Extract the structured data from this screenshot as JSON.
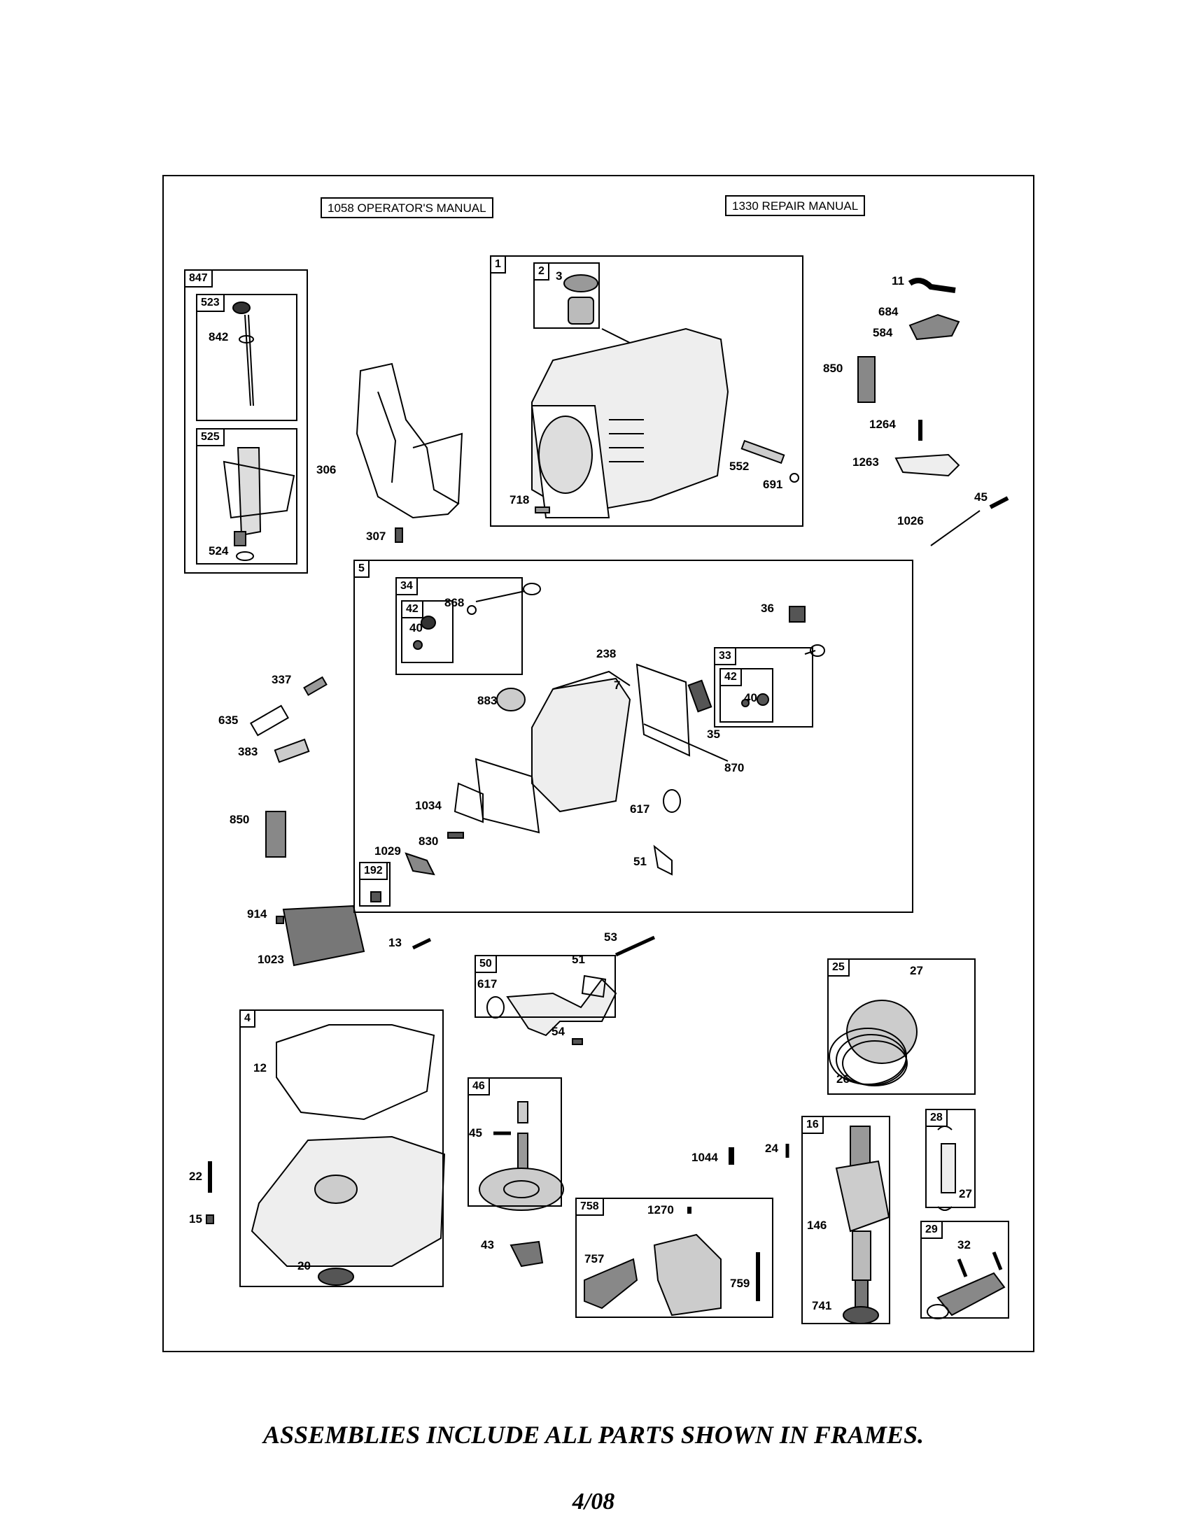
{
  "manuals": {
    "operator": "1058 OPERATOR'S MANUAL",
    "repair": "1330 REPAIR MANUAL"
  },
  "frames": {
    "f847": "847",
    "f523": "523",
    "f525": "525",
    "f1": "1",
    "f2": "2",
    "f5": "5",
    "f34": "34",
    "f42a": "42",
    "f33": "33",
    "f42b": "42",
    "f192": "192",
    "f50": "50",
    "f25": "25",
    "f4": "4",
    "f46": "46",
    "f758": "758",
    "f16": "16",
    "f28": "28",
    "f29": "29"
  },
  "parts": {
    "p842": "842",
    "p524": "524",
    "p306": "306",
    "p307": "307",
    "p3": "3",
    "p718": "718",
    "p552": "552",
    "p691": "691",
    "p11": "11",
    "p684": "684",
    "p584": "584",
    "p850a": "850",
    "p1264": "1264",
    "p1263": "1263",
    "p45a": "45",
    "p1026": "1026",
    "p868": "868",
    "p40a": "40",
    "p36": "36",
    "p238": "238",
    "p7": "7",
    "p40b": "40",
    "p883": "883",
    "p35": "35",
    "p870": "870",
    "p1034": "1034",
    "p617a": "617",
    "p830": "830",
    "p1029": "1029",
    "p51a": "51",
    "p337": "337",
    "p635": "635",
    "p383": "383",
    "p850b": "850",
    "p914": "914",
    "p1023": "1023",
    "p13": "13",
    "p53": "53",
    "p51b": "51",
    "p617b": "617",
    "p54": "54",
    "p27a": "27",
    "p26": "26",
    "p12": "12",
    "p45b": "45",
    "p22": "22",
    "p15": "15",
    "p20": "20",
    "p43": "43",
    "p1044": "1044",
    "p24": "24",
    "p1270": "1270",
    "p757": "757",
    "p759": "759",
    "p146": "146",
    "p741": "741",
    "p27b": "27",
    "p32": "32"
  },
  "footer": "ASSEMBLIES INCLUDE ALL PARTS SHOWN IN FRAMES.",
  "page_number": "4/08"
}
